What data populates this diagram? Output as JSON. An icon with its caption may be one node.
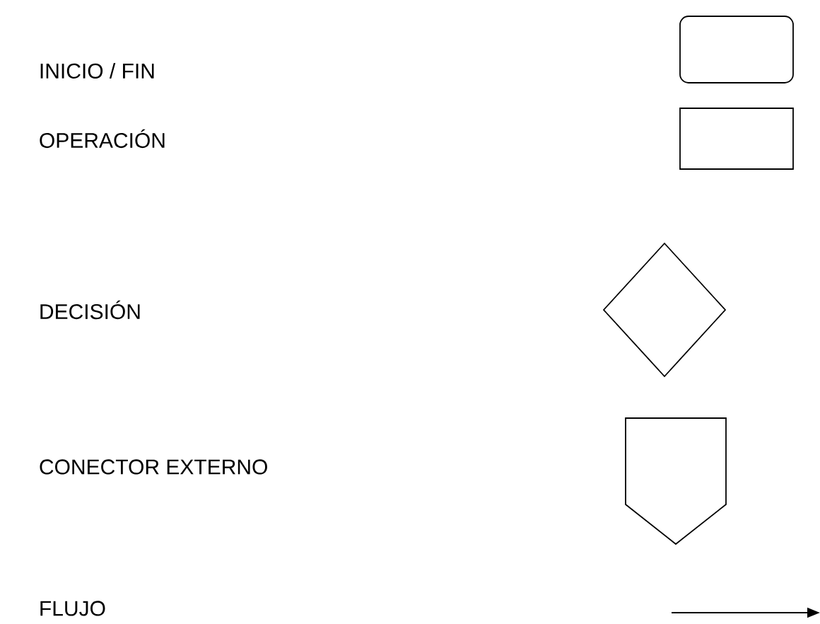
{
  "diagram": {
    "nodes": [
      {
        "text": [],
        "shape": "terminal"
      },
      {
        "text": [],
        "shape": "box"
      },
      {
        "text": [],
        "shape": "diamond"
      },
      {
        "text": [],
        "shape": "pentagon"
      }
    ],
    "labels": [
      "INICIO / FIN",
      "OPERACIÓN",
      "DECISIÓN",
      "CONECTOR EXTERNO",
      "FLUJO"
    ]
  }
}
